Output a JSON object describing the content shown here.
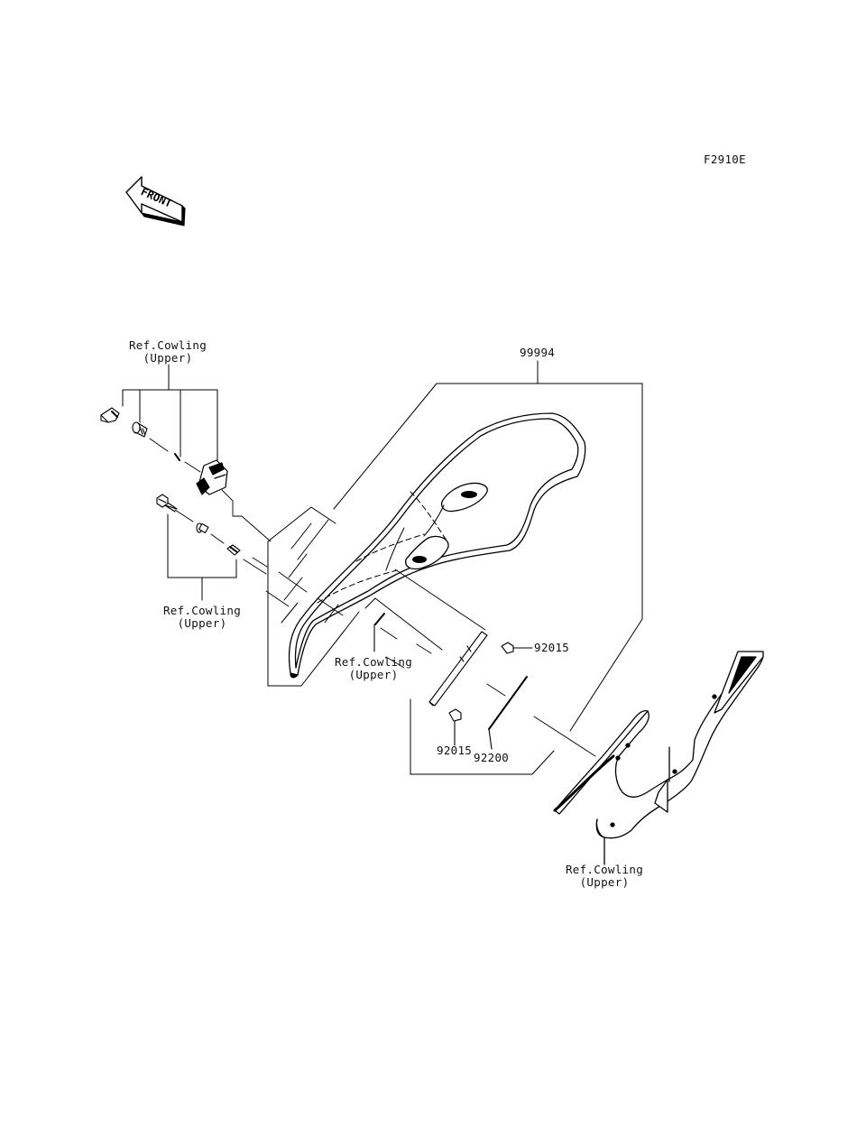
{
  "figure_code": "F2910E",
  "front_arrow_text": "FRONT",
  "callouts": {
    "ref_cowling_top_left": {
      "line1": "Ref.Cowling",
      "line2": "(Upper)"
    },
    "ref_cowling_mid_left": {
      "line1": "Ref.Cowling",
      "line2": "(Upper)"
    },
    "ref_cowling_center": {
      "line1": "Ref.Cowling",
      "line2": "(Upper)"
    },
    "ref_cowling_bottom_right": {
      "line1": "Ref.Cowling",
      "line2": "(Upper)"
    },
    "part_99994": "99994",
    "part_92015_right": "92015",
    "part_92015_lower": "92015",
    "part_92200": "92200"
  }
}
